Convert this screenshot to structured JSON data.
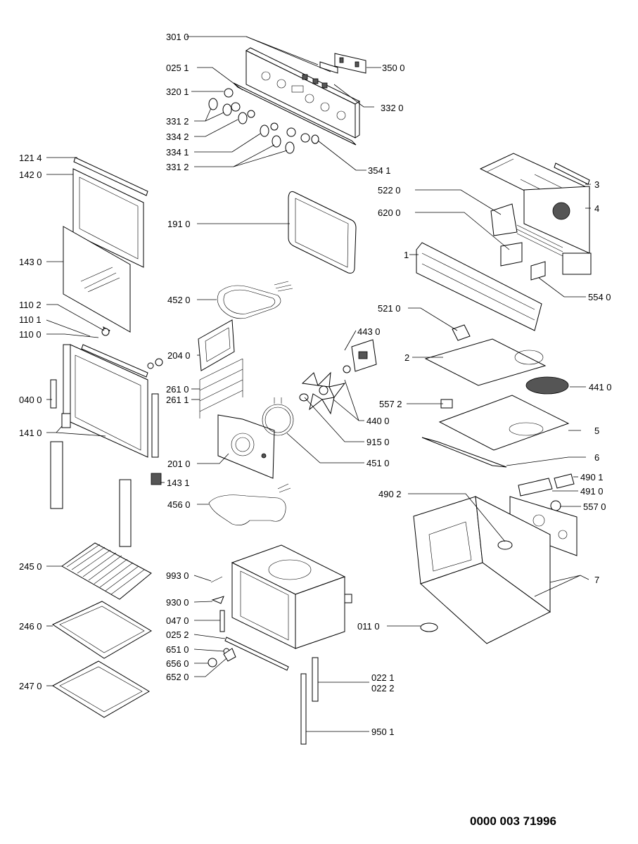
{
  "labels": {
    "l3010": "301 0",
    "l3500": "350 0",
    "l0251": "025 1",
    "l3201": "320 1",
    "l3320": "332 0",
    "l3312a": "331 2",
    "l3342": "334 2",
    "l3341": "334 1",
    "l3312b": "331 2",
    "l3541": "354 1",
    "l1214": "121 4",
    "l1420": "142 0",
    "l3": "3",
    "l4": "4",
    "l5220": "522 0",
    "l6200": "620 0",
    "l1": "1",
    "l1910": "191 0",
    "l1430": "143 0",
    "l5540": "554 0",
    "l4520": "452 0",
    "l1102": "110 2",
    "l5210": "521 0",
    "l1101": "110 1",
    "l4430": "443 0",
    "l1100": "110 0",
    "l2040": "204 0",
    "l2": "2",
    "l2610": "261 0",
    "l2611": "261 1",
    "l0400": "040 0",
    "l4410": "441 0",
    "l5572": "557 2",
    "l4400": "440 0",
    "l1410": "141 0",
    "l5": "5",
    "l9150": "915 0",
    "l6": "6",
    "l2010": "201 0",
    "l4510": "451 0",
    "l4901": "490 1",
    "l1431": "143 1",
    "l4902": "490 2",
    "l4910": "491 0",
    "l4560": "456 0",
    "l5570": "557 0",
    "l2450": "245 0",
    "l9930": "993 0",
    "l7": "7",
    "l9300": "930 0",
    "l0470": "047 0",
    "l0110": "011 0",
    "l2460": "246 0",
    "l0252": "025 2",
    "l6510": "651 0",
    "l6560": "656 0",
    "l6520": "652 0",
    "l2470": "247 0",
    "l0221": "022 1",
    "l0222": "022 2",
    "l9501": "950 1"
  },
  "document_number": "0000 003 71996"
}
